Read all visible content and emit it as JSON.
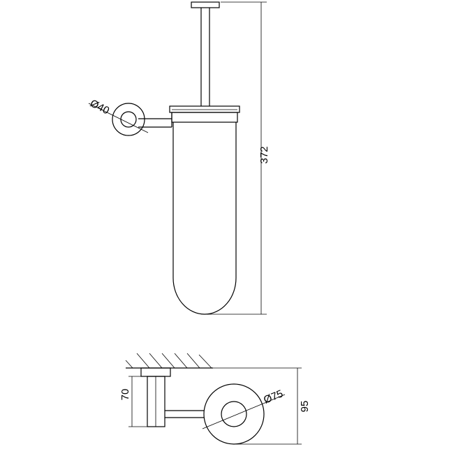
{
  "dimensions": {
    "arm_diameter": "Ø40",
    "total_height": "372",
    "mount_height": "70",
    "rosette_diameter": "Ø75",
    "total_depth": "95"
  }
}
